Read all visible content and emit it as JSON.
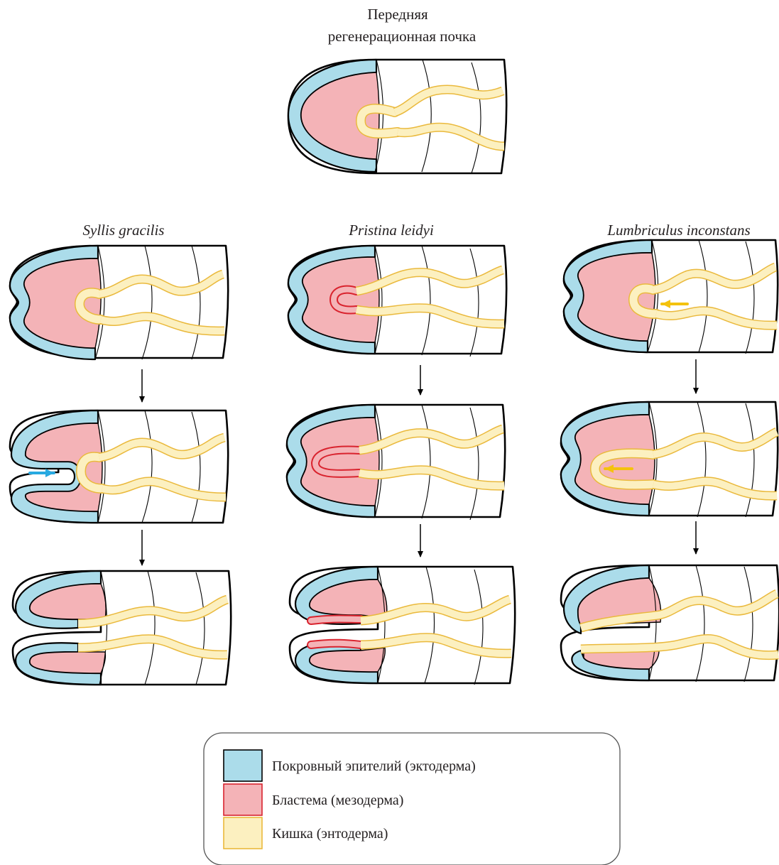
{
  "title": {
    "line1": "Передняя",
    "line2": "регенерационная почка"
  },
  "species": [
    "Syllis gracilis",
    "Pristina leidyi",
    "Lumbriculus inconstans"
  ],
  "legend": [
    {
      "label": "Покровный эпителий (эктодерма)",
      "fill": "#abdcea",
      "stroke": "#000000"
    },
    {
      "label": "Бластема (мезодерма)",
      "fill": "#f4b3b7",
      "stroke": "#d9232e"
    },
    {
      "label": "Кишка (энтодерма)",
      "fill": "#fcf0c0",
      "stroke": "#eab93c"
    }
  ],
  "colors": {
    "epithelium": "#abdcea",
    "blastema": "#f4b3b7",
    "gut": "#fcf0c0",
    "gut_edge": "#eab93c",
    "red_edge": "#d9232e",
    "blue_arrow": "#27a9e1",
    "yellow_arrow": "#f4c20d"
  }
}
